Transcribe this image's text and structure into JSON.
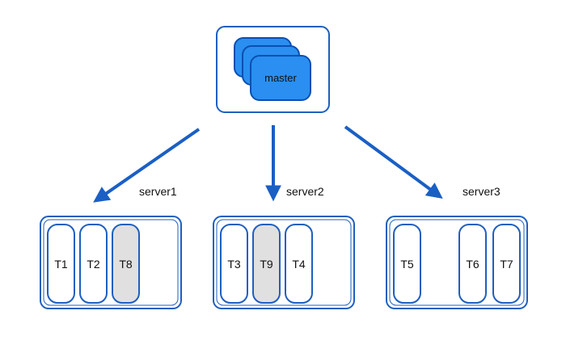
{
  "master": {
    "label": "master"
  },
  "servers": [
    {
      "label": "server1",
      "tablets": [
        {
          "label": "T1",
          "highlighted": false
        },
        {
          "label": "T2",
          "highlighted": false
        },
        {
          "label": "T8",
          "highlighted": true
        }
      ]
    },
    {
      "label": "server2",
      "tablets": [
        {
          "label": "T3",
          "highlighted": false
        },
        {
          "label": "T9",
          "highlighted": true
        },
        {
          "label": "T4",
          "highlighted": false
        }
      ]
    },
    {
      "label": "server3",
      "tablets": [
        {
          "label": "T5",
          "highlighted": false
        },
        {
          "label": "T6",
          "highlighted": false
        },
        {
          "label": "T7",
          "highlighted": false
        }
      ]
    }
  ],
  "colors": {
    "box_border": "#1f5fbf",
    "arrow": "#1a5fc4",
    "master_fill": "#2a8ff0",
    "master_stroke": "#0b4fb2",
    "tablet_border": "#1f5fbf",
    "tablet_highlight": "#e0e0e0"
  }
}
